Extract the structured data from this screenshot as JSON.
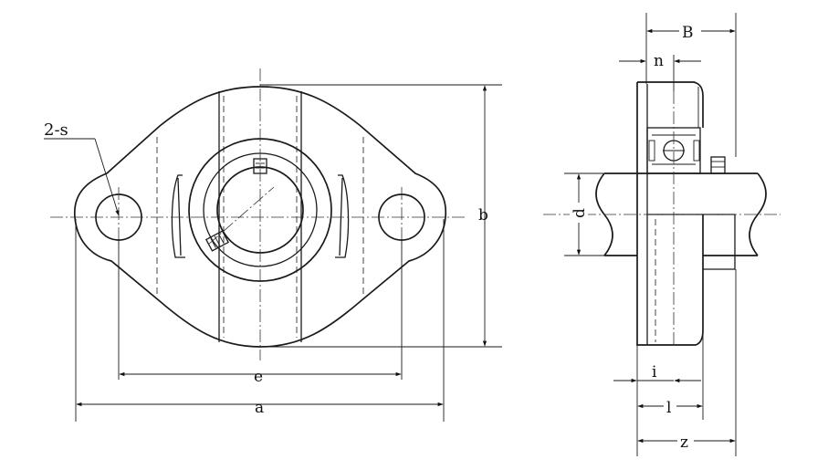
{
  "labels": {
    "holes": "2-s",
    "e": "e",
    "a": "a",
    "b": "b",
    "B": "B",
    "n": "n",
    "d": "d",
    "i": "i",
    "l": "l",
    "z": "z"
  }
}
